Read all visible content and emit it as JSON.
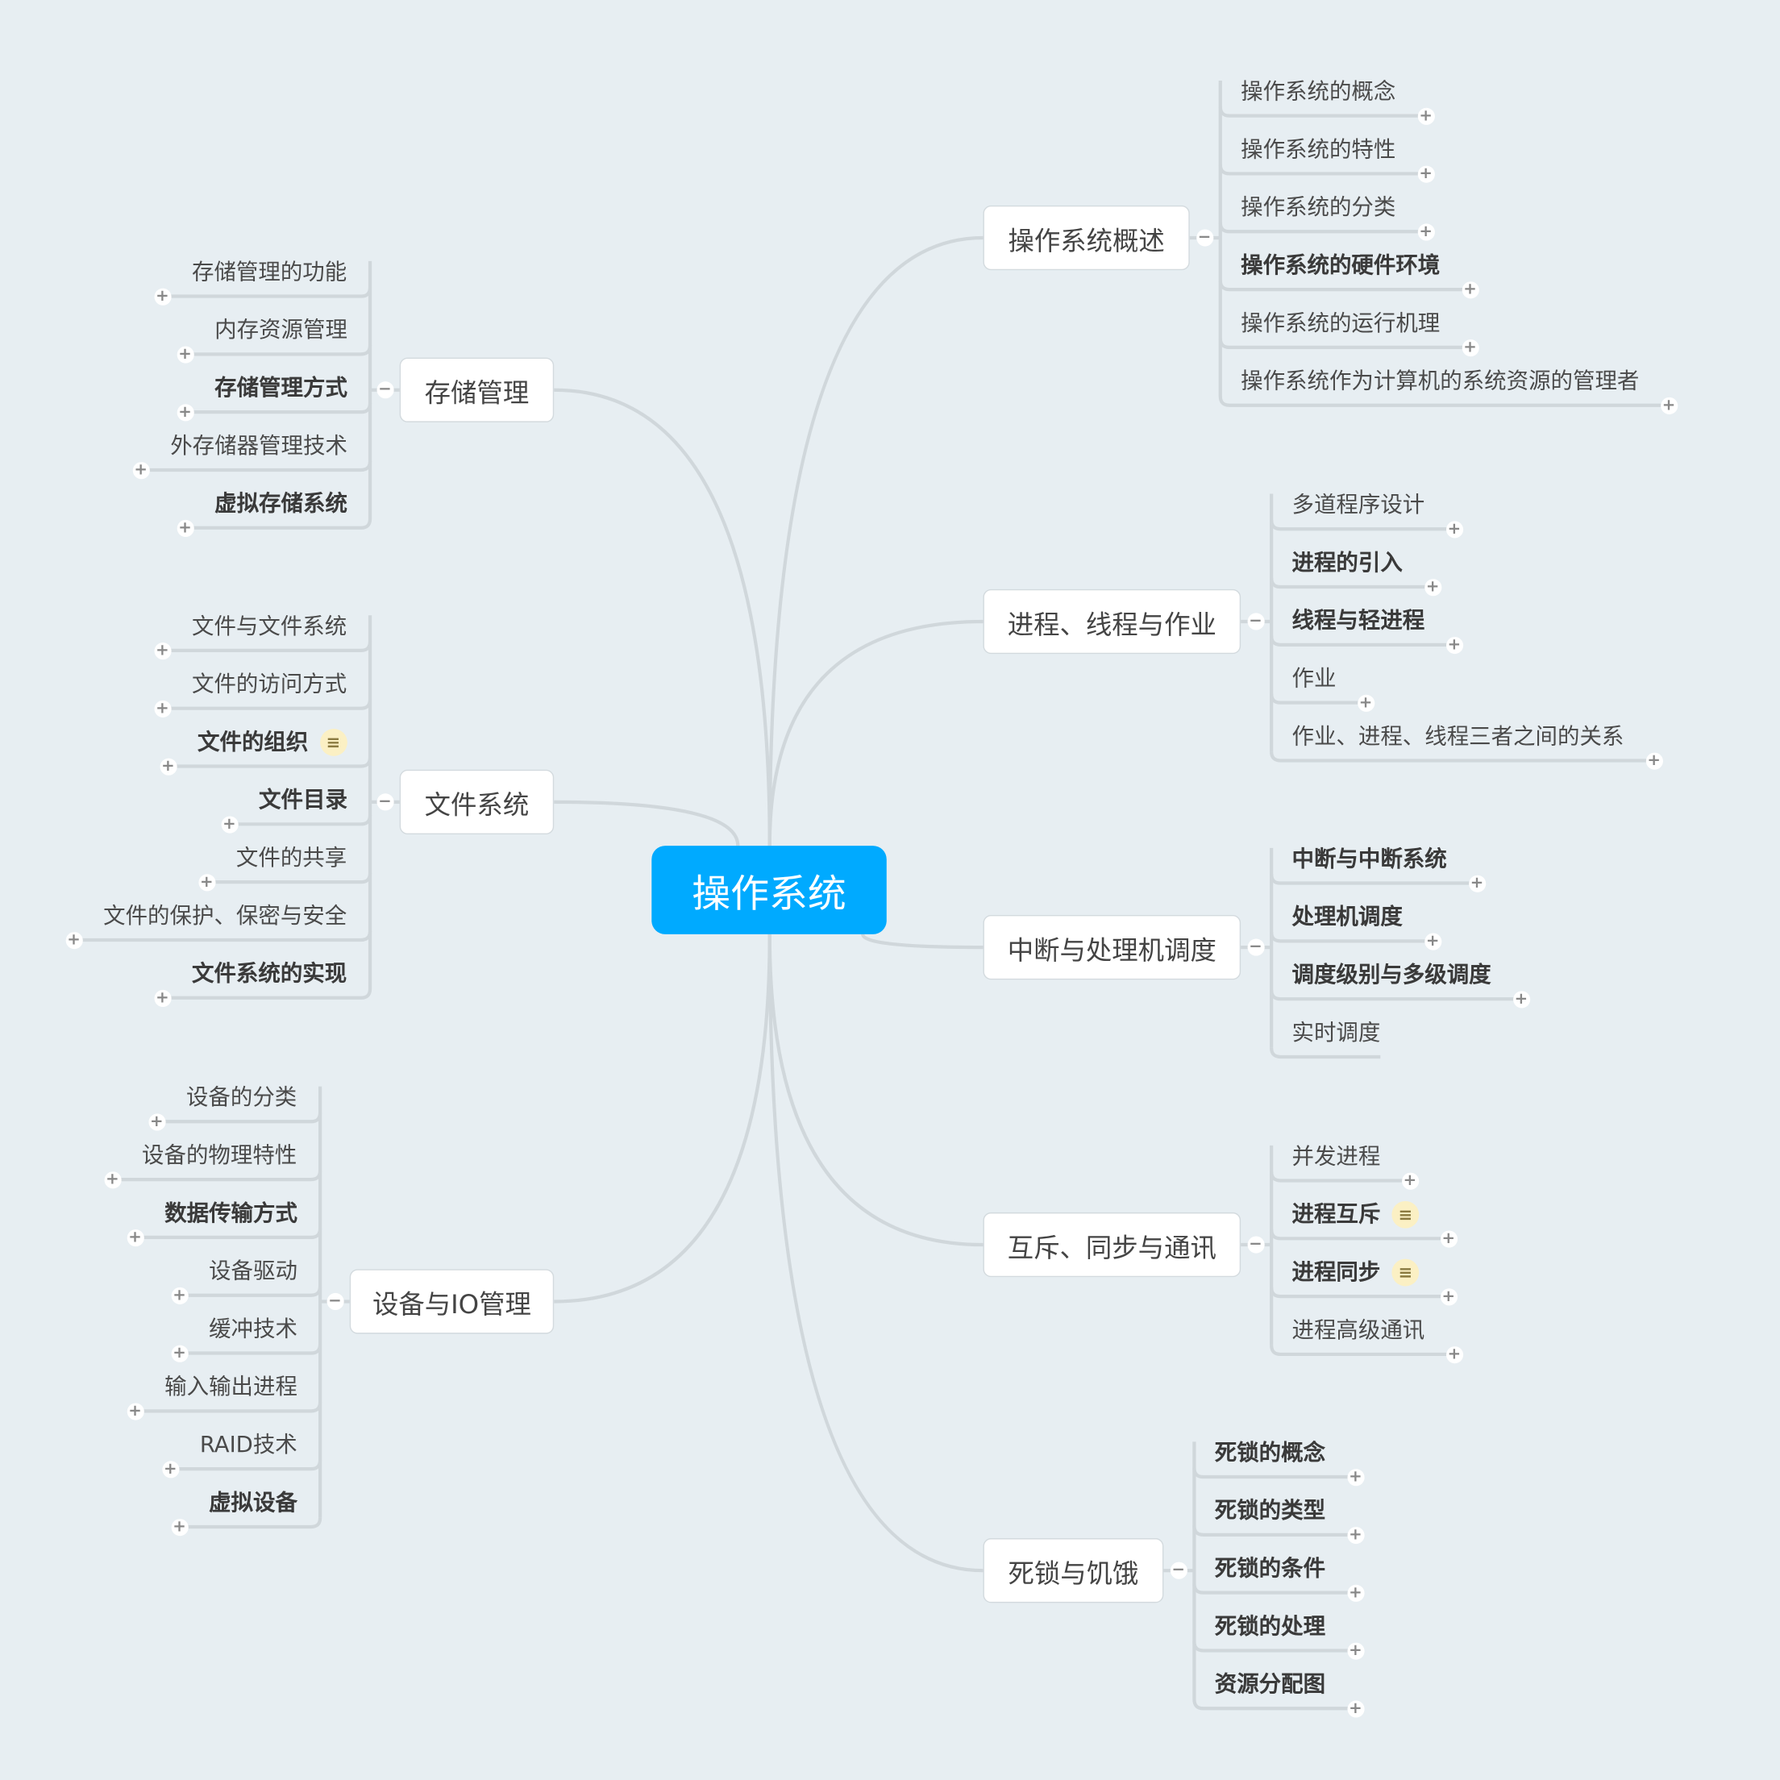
{
  "center": {
    "label": "操作系统",
    "color": "#00aaff"
  },
  "topics": [
    {
      "label": "操作系统概述",
      "side": "right",
      "items": [
        {
          "label": "操作系统的概念"
        },
        {
          "label": "操作系统的特性"
        },
        {
          "label": "操作系统的分类"
        },
        {
          "label": "操作系统的硬件环境",
          "bold": true
        },
        {
          "label": "操作系统的运行机理"
        },
        {
          "label": "操作系统作为计算机的系统资源的管理者"
        }
      ]
    },
    {
      "label": "进程、线程与作业",
      "side": "right",
      "items": [
        {
          "label": "多道程序设计"
        },
        {
          "label": "进程的引入",
          "bold": true
        },
        {
          "label": "线程与轻进程",
          "bold": true
        },
        {
          "label": "作业"
        },
        {
          "label": "作业、进程、线程三者之间的关系"
        }
      ]
    },
    {
      "label": "中断与处理机调度",
      "side": "right",
      "items": [
        {
          "label": "中断与中断系统",
          "bold": true
        },
        {
          "label": "处理机调度",
          "bold": true
        },
        {
          "label": "调度级别与多级调度",
          "bold": true
        },
        {
          "label": "实时调度",
          "leaf": true
        }
      ]
    },
    {
      "label": "互斥、同步与通讯",
      "side": "right",
      "items": [
        {
          "label": "并发进程"
        },
        {
          "label": "进程互斥",
          "bold": true,
          "note": true
        },
        {
          "label": "进程同步",
          "bold": true,
          "note": true
        },
        {
          "label": "进程高级通讯"
        }
      ]
    },
    {
      "label": "死锁与饥饿",
      "side": "right",
      "items": [
        {
          "label": "死锁的概念",
          "bold": true
        },
        {
          "label": "死锁的类型",
          "bold": true
        },
        {
          "label": "死锁的条件",
          "bold": true
        },
        {
          "label": "死锁的处理",
          "bold": true
        },
        {
          "label": "资源分配图",
          "bold": true
        }
      ]
    },
    {
      "label": "存储管理",
      "side": "left",
      "items": [
        {
          "label": "存储管理的功能"
        },
        {
          "label": "内存资源管理"
        },
        {
          "label": "存储管理方式",
          "bold": true
        },
        {
          "label": "外存储器管理技术"
        },
        {
          "label": "虚拟存储系统",
          "bold": true
        }
      ]
    },
    {
      "label": "文件系统",
      "side": "left",
      "items": [
        {
          "label": "文件与文件系统"
        },
        {
          "label": "文件的访问方式"
        },
        {
          "label": "文件的组织",
          "bold": true,
          "note": true
        },
        {
          "label": "文件目录",
          "bold": true
        },
        {
          "label": "文件的共享"
        },
        {
          "label": "文件的保护、保密与安全"
        },
        {
          "label": "文件系统的实现",
          "bold": true
        }
      ]
    },
    {
      "label": "设备与IO管理",
      "side": "left",
      "items": [
        {
          "label": "设备的分类"
        },
        {
          "label": "设备的物理特性"
        },
        {
          "label": "数据传输方式",
          "bold": true
        },
        {
          "label": "设备驱动"
        },
        {
          "label": "缓冲技术"
        },
        {
          "label": "输入输出进程"
        },
        {
          "label": "RAID技术"
        },
        {
          "label": "虚拟设备",
          "bold": true
        }
      ]
    }
  ],
  "icons": {
    "expand": "plus-icon",
    "collapse": "minus-icon",
    "note": "note-icon"
  }
}
